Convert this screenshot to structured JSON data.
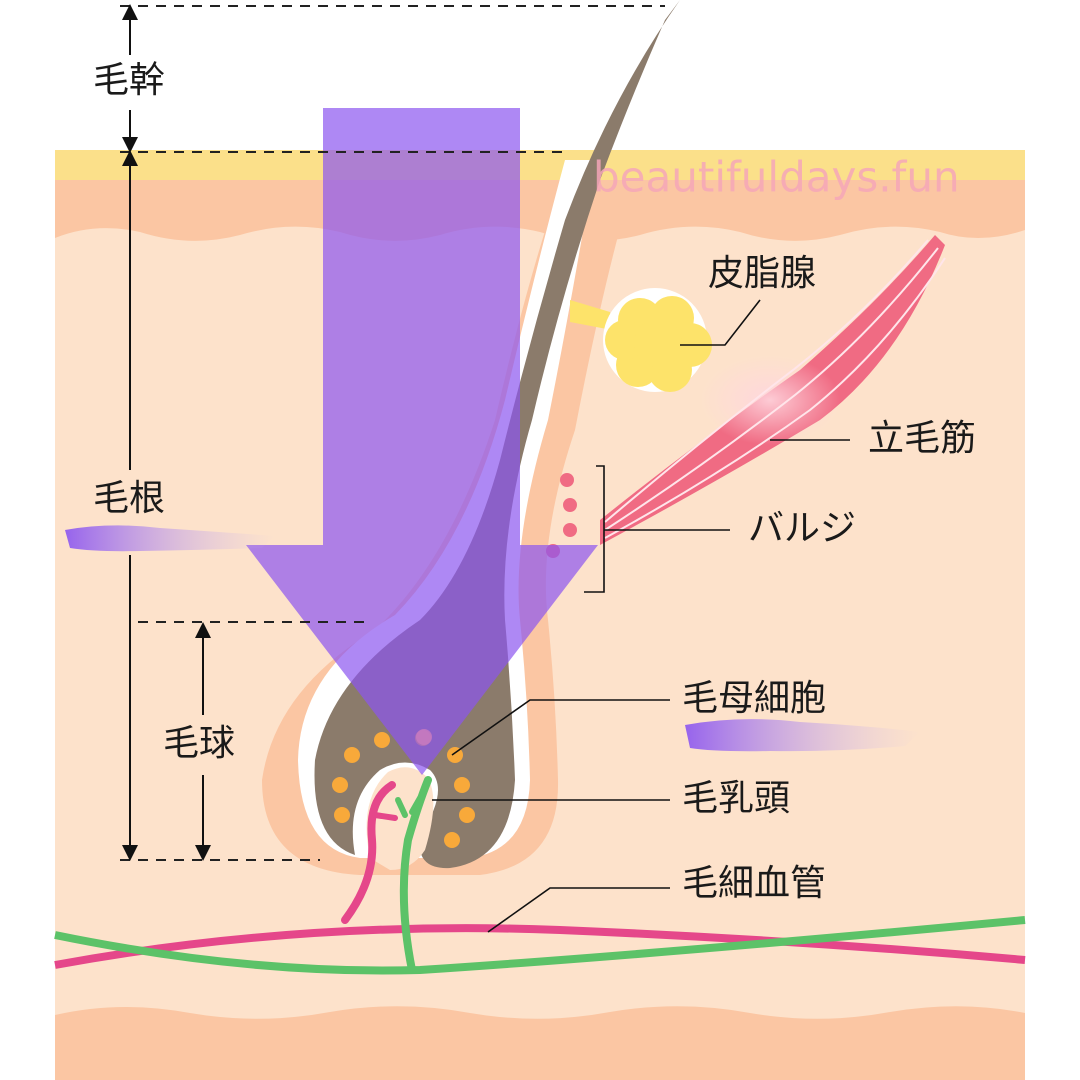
{
  "labels": {
    "hair_shaft": "毛幹",
    "hair_root": "毛根",
    "hair_bulb": "毛球",
    "sebaceous_gland": "皮脂腺",
    "arrector_pili": "立毛筋",
    "bulge": "バルジ",
    "matrix_cells": "毛母細胞",
    "dermal_papilla": "毛乳頭",
    "capillaries": "毛細血管"
  },
  "watermark": "beautifuldays.fun",
  "colors": {
    "skin_light": "#fde2cb",
    "skin_mid": "#fbc6a3",
    "skin_surface": "#fbe08a",
    "hair": "#8b7b6b",
    "arrow": "#8b55f0",
    "muscle": "#f06b83",
    "gland": "#fde36a",
    "matrix_dot": "#f8a93a",
    "vessel_red": "#e5478a",
    "vessel_green": "#5cc268"
  }
}
